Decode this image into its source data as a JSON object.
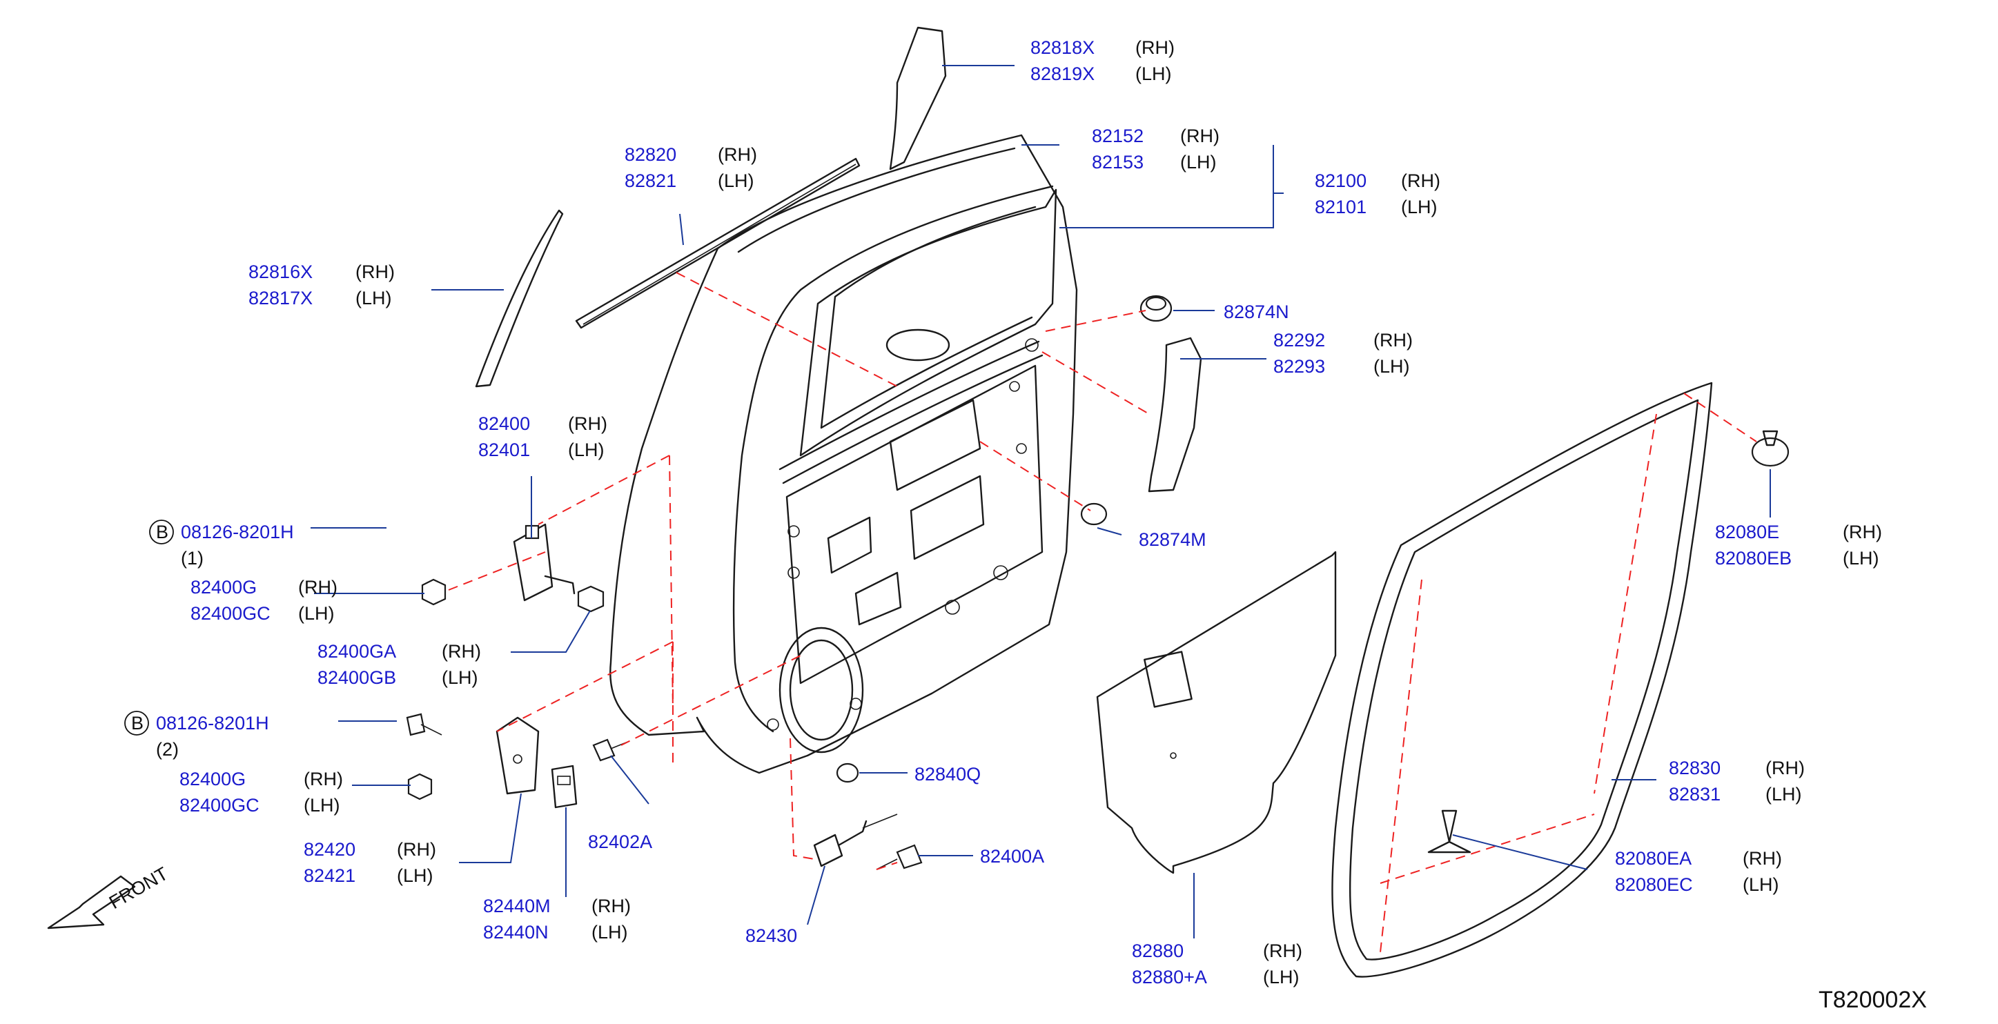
{
  "diagram_code": "T820002X",
  "front_label": "FRONT",
  "callouts": [
    {
      "id": "c01",
      "lines": [
        {
          "pn": "82818X",
          "side": "(RH)"
        },
        {
          "pn": "82819X",
          "side": "(LH)"
        }
      ]
    },
    {
      "id": "c02",
      "lines": [
        {
          "pn": "82820",
          "side": "(RH)"
        },
        {
          "pn": "82821",
          "side": "(LH)"
        }
      ]
    },
    {
      "id": "c03",
      "lines": [
        {
          "pn": "82152",
          "side": "(RH)"
        },
        {
          "pn": "82153",
          "side": "(LH)"
        }
      ]
    },
    {
      "id": "c04",
      "lines": [
        {
          "pn": "82100",
          "side": "(RH)"
        },
        {
          "pn": "82101",
          "side": "(LH)"
        }
      ]
    },
    {
      "id": "c05",
      "lines": [
        {
          "pn": "82816X",
          "side": "(RH)"
        },
        {
          "pn": "82817X",
          "side": "(LH)"
        }
      ]
    },
    {
      "id": "c06",
      "lines": [
        {
          "pn": "82874N",
          "side": ""
        }
      ]
    },
    {
      "id": "c07",
      "lines": [
        {
          "pn": "82292",
          "side": "(RH)"
        },
        {
          "pn": "82293",
          "side": "(LH)"
        }
      ]
    },
    {
      "id": "c08",
      "lines": [
        {
          "pn": "82400",
          "side": "(RH)"
        },
        {
          "pn": "82401",
          "side": "(LH)"
        }
      ]
    },
    {
      "id": "c09",
      "lines": [
        {
          "pn": "82874M",
          "side": ""
        }
      ]
    },
    {
      "id": "c10",
      "lines": [
        {
          "pn": "82080E",
          "side": "(RH)"
        },
        {
          "pn": "82080EB",
          "side": "(LH)"
        }
      ]
    },
    {
      "id": "c11",
      "lines": [
        {
          "pn": "08126-8201H",
          "side": ""
        }
      ],
      "qty": "(1)",
      "badge": "B"
    },
    {
      "id": "c12",
      "lines": [
        {
          "pn": "82400G",
          "side": "(RH)"
        },
        {
          "pn": "82400GC",
          "side": "(LH)"
        }
      ]
    },
    {
      "id": "c13",
      "lines": [
        {
          "pn": "82400GA",
          "side": "(RH)"
        },
        {
          "pn": "82400GB",
          "side": "(LH)"
        }
      ]
    },
    {
      "id": "c14",
      "lines": [
        {
          "pn": "08126-8201H",
          "side": ""
        }
      ],
      "qty": "(2)",
      "badge": "B"
    },
    {
      "id": "c15",
      "lines": [
        {
          "pn": "82400G",
          "side": "(RH)"
        },
        {
          "pn": "82400GC",
          "side": "(LH)"
        }
      ]
    },
    {
      "id": "c16",
      "lines": [
        {
          "pn": "82840Q",
          "side": ""
        }
      ]
    },
    {
      "id": "c17",
      "lines": [
        {
          "pn": "82830",
          "side": "(RH)"
        },
        {
          "pn": "82831",
          "side": "(LH)"
        }
      ]
    },
    {
      "id": "c18",
      "lines": [
        {
          "pn": "82402A",
          "side": ""
        }
      ]
    },
    {
      "id": "c19",
      "lines": [
        {
          "pn": "82420",
          "side": "(RH)"
        },
        {
          "pn": "82421",
          "side": "(LH)"
        }
      ]
    },
    {
      "id": "c20",
      "lines": [
        {
          "pn": "82400A",
          "side": ""
        }
      ]
    },
    {
      "id": "c21",
      "lines": [
        {
          "pn": "82080EA",
          "side": "(RH)"
        },
        {
          "pn": "82080EC",
          "side": "(LH)"
        }
      ]
    },
    {
      "id": "c22",
      "lines": [
        {
          "pn": "82440M",
          "side": "(RH)"
        },
        {
          "pn": "82440N",
          "side": "(LH)"
        }
      ]
    },
    {
      "id": "c23",
      "lines": [
        {
          "pn": "82430",
          "side": ""
        }
      ]
    },
    {
      "id": "c24",
      "lines": [
        {
          "pn": "82880",
          "side": "(RH)"
        },
        {
          "pn": "82880+A",
          "side": "(LH)"
        }
      ]
    }
  ]
}
